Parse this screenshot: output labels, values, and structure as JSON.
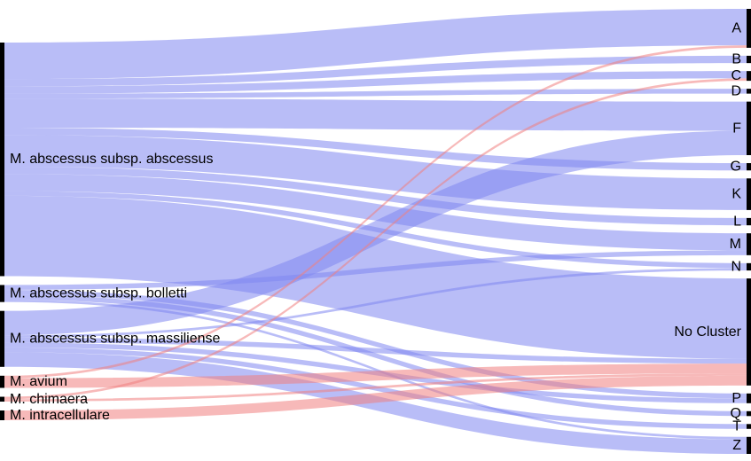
{
  "chart_data": {
    "type": "sankey",
    "link_colors": {
      "mycobacterium_abscessus": "#7f86f0",
      "other": "#f08080"
    },
    "node_color": "#000000",
    "sources": [
      {
        "id": "abscessus",
        "label": "M. abscessus subsp. abscessus"
      },
      {
        "id": "bolletti",
        "label": "M. abscessus subsp. bolletti"
      },
      {
        "id": "massiliense",
        "label": "M. abscessus subsp. massiliense"
      },
      {
        "id": "avium",
        "label": "M. avium"
      },
      {
        "id": "chimaera",
        "label": "M. chimaera"
      },
      {
        "id": "intracellulare",
        "label": "M. intracellulare"
      }
    ],
    "targets": [
      {
        "id": "A",
        "label": "A"
      },
      {
        "id": "B",
        "label": "B"
      },
      {
        "id": "C",
        "label": "C"
      },
      {
        "id": "D",
        "label": "D"
      },
      {
        "id": "F",
        "label": "F"
      },
      {
        "id": "G",
        "label": "G"
      },
      {
        "id": "K",
        "label": "K"
      },
      {
        "id": "L",
        "label": "L"
      },
      {
        "id": "M",
        "label": "M"
      },
      {
        "id": "N",
        "label": "N"
      },
      {
        "id": "NC",
        "label": "No Cluster"
      },
      {
        "id": "P",
        "label": "P"
      },
      {
        "id": "Q",
        "label": "Q"
      },
      {
        "id": "T",
        "label": "T"
      },
      {
        "id": "Z",
        "label": "Z"
      }
    ],
    "links": [
      {
        "source": "abscessus",
        "target": "A",
        "value": 15,
        "group": "mycobacterium_abscessus"
      },
      {
        "source": "abscessus",
        "target": "B",
        "value": 3,
        "group": "mycobacterium_abscessus"
      },
      {
        "source": "abscessus",
        "target": "C",
        "value": 3,
        "group": "mycobacterium_abscessus"
      },
      {
        "source": "abscessus",
        "target": "D",
        "value": 2,
        "group": "mycobacterium_abscessus"
      },
      {
        "source": "abscessus",
        "target": "F",
        "value": 12,
        "group": "mycobacterium_abscessus"
      },
      {
        "source": "abscessus",
        "target": "G",
        "value": 3,
        "group": "mycobacterium_abscessus"
      },
      {
        "source": "abscessus",
        "target": "K",
        "value": 13,
        "group": "mycobacterium_abscessus"
      },
      {
        "source": "abscessus",
        "target": "L",
        "value": 3,
        "group": "mycobacterium_abscessus"
      },
      {
        "source": "abscessus",
        "target": "M",
        "value": 7,
        "group": "mycobacterium_abscessus"
      },
      {
        "source": "abscessus",
        "target": "N",
        "value": 2,
        "group": "mycobacterium_abscessus"
      },
      {
        "source": "abscessus",
        "target": "NC",
        "value": 33,
        "group": "mycobacterium_abscessus"
      },
      {
        "source": "bolletti",
        "target": "M",
        "value": 2,
        "group": "mycobacterium_abscessus"
      },
      {
        "source": "bolletti",
        "target": "P",
        "value": 2,
        "group": "mycobacterium_abscessus"
      },
      {
        "source": "bolletti",
        "target": "Q",
        "value": 2,
        "group": "mycobacterium_abscessus"
      },
      {
        "source": "bolletti",
        "target": "Z",
        "value": 1,
        "group": "mycobacterium_abscessus"
      },
      {
        "source": "massiliense",
        "target": "F",
        "value": 10,
        "group": "mycobacterium_abscessus"
      },
      {
        "source": "massiliense",
        "target": "N",
        "value": 1,
        "group": "mycobacterium_abscessus"
      },
      {
        "source": "massiliense",
        "target": "NC",
        "value": 2,
        "group": "mycobacterium_abscessus"
      },
      {
        "source": "massiliense",
        "target": "P",
        "value": 2,
        "group": "mycobacterium_abscessus"
      },
      {
        "source": "massiliense",
        "target": "T",
        "value": 2,
        "group": "mycobacterium_abscessus"
      },
      {
        "source": "massiliense",
        "target": "Z",
        "value": 6,
        "group": "mycobacterium_abscessus"
      },
      {
        "source": "avium",
        "target": "A",
        "value": 1,
        "group": "other"
      },
      {
        "source": "avium",
        "target": "NC",
        "value": 4,
        "group": "other"
      },
      {
        "source": "chimaera",
        "target": "C",
        "value": 1,
        "group": "other"
      },
      {
        "source": "chimaera",
        "target": "NC",
        "value": 1,
        "group": "other"
      },
      {
        "source": "intracellulare",
        "target": "NC",
        "value": 4,
        "group": "other"
      }
    ]
  }
}
